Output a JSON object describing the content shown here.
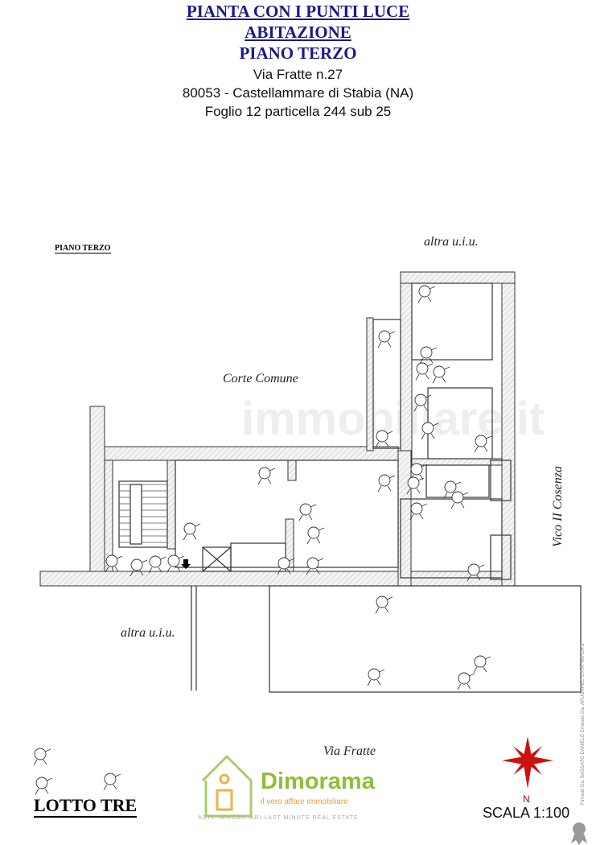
{
  "header": {
    "title_line1": "PIANTA CON I PUNTI LUCE",
    "title_line2": "ABITAZIONE",
    "title_line3": "PIANO TERZO",
    "address_line1": "Via Fratte n.27",
    "address_line2": "80053 - Castellammare di Stabia (NA)",
    "address_line3": "Foglio 12 particella 244 sub 25"
  },
  "plan": {
    "floor_label": "PIANO TERZO",
    "labels": {
      "top_right": "altra u.i.u.",
      "courtyard": "Corte Comune",
      "street_right": "Vico II Cosenza",
      "left": "altra u.i.u.",
      "street_bottom": "Via Fratte"
    },
    "watermark": "immobiliare.it"
  },
  "footer": {
    "lot": "LOTTO TRE",
    "north": "N",
    "scale": "SCALA 1:100",
    "brand_name": "Dimorama",
    "brand_tagline": "il vero affare immobiliare",
    "brand_sub": "ASTE IMMOBILIARI  LAST MINUTE  REAL ESTATE",
    "signature": "Firmato Da: BASSATO DANIELE Emesso Da: ARUBAPEC S.P.A. NG CA 3"
  },
  "colors": {
    "title": "#1a1a8c",
    "brand_green": "#8cbf3a",
    "brand_orange": "#e0a040",
    "compass": "#cc1111"
  }
}
